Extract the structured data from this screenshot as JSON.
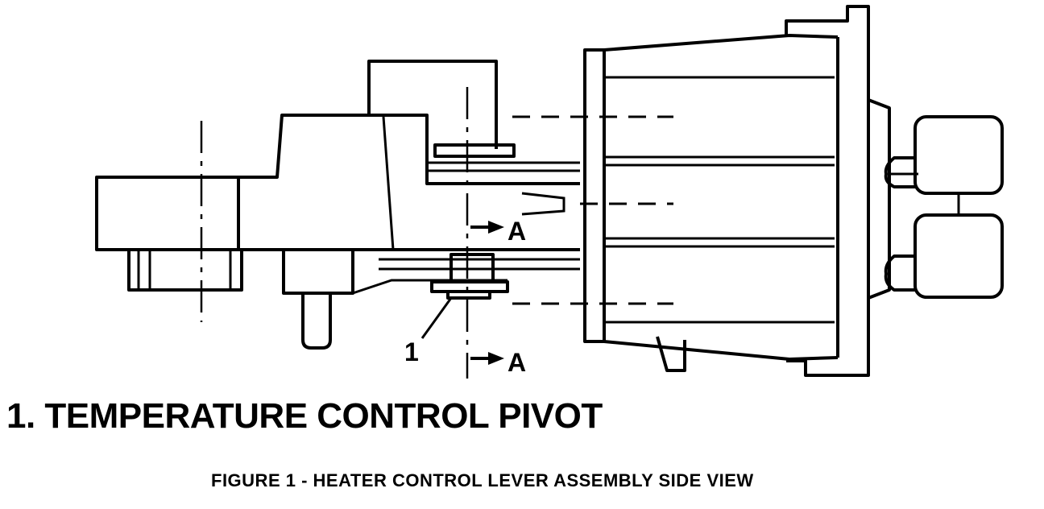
{
  "diagram": {
    "callout_number": "1",
    "section_marker_top": "A",
    "section_marker_bottom": "A"
  },
  "legend": {
    "item_1": "1. TEMPERATURE CONTROL PIVOT"
  },
  "caption": "FIGURE 1 - HEATER CONTROL LEVER ASSEMBLY SIDE VIEW"
}
